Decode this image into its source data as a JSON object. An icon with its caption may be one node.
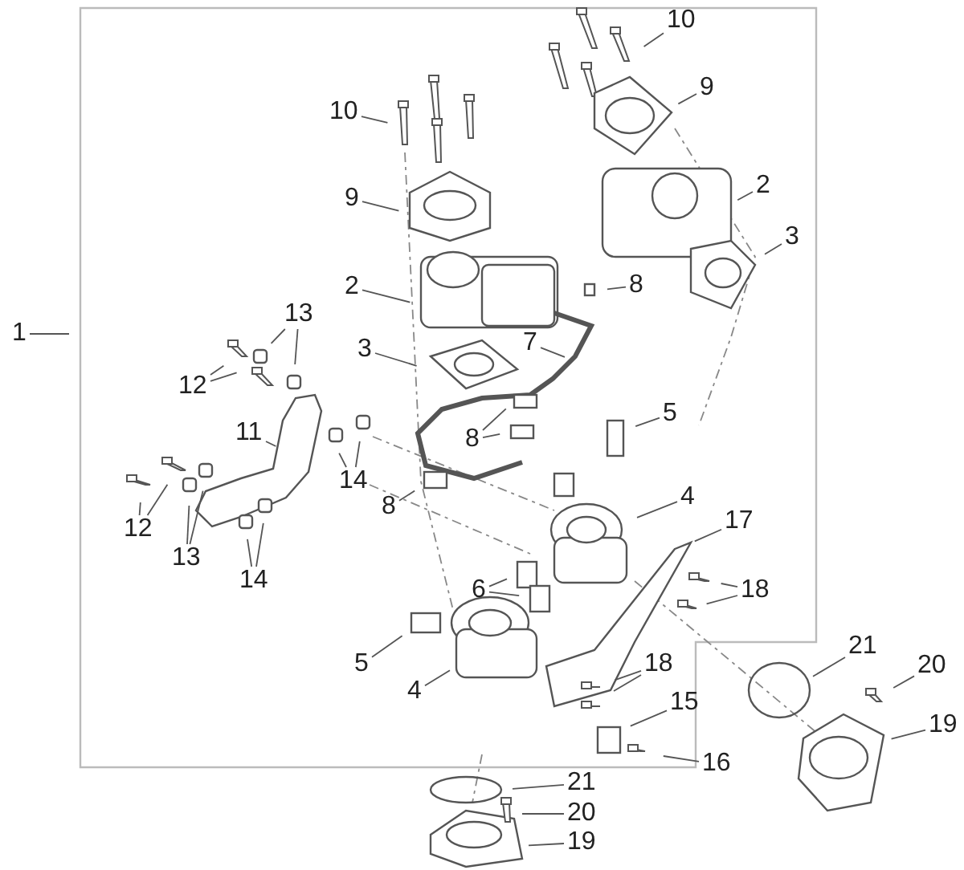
{
  "diagram": {
    "nodes": [
      {
        "text": [
          "10"
        ]
      },
      {
        "text": [
          "10"
        ]
      },
      {
        "text": [
          "9"
        ]
      },
      {
        "text": [
          "9"
        ]
      },
      {
        "text": [
          "1"
        ]
      },
      {
        "text": [
          "2"
        ]
      },
      {
        "text": [
          "2"
        ]
      },
      {
        "text": [
          "3"
        ]
      },
      {
        "text": [
          "3"
        ]
      },
      {
        "text": [
          "8"
        ]
      },
      {
        "text": [
          "13"
        ]
      },
      {
        "text": [
          "12"
        ]
      },
      {
        "text": [
          "7"
        ]
      },
      {
        "text": [
          "11"
        ]
      },
      {
        "text": [
          "8"
        ]
      },
      {
        "text": [
          "5"
        ]
      },
      {
        "text": [
          "14"
        ]
      },
      {
        "text": [
          "12"
        ]
      },
      {
        "text": [
          "8"
        ]
      },
      {
        "text": [
          "13"
        ]
      },
      {
        "text": [
          "4"
        ]
      },
      {
        "text": [
          "17"
        ]
      },
      {
        "text": [
          "14"
        ]
      },
      {
        "text": [
          "6"
        ]
      },
      {
        "text": [
          "18"
        ]
      },
      {
        "text": [
          "5"
        ]
      },
      {
        "text": [
          "4"
        ]
      },
      {
        "text": [
          "18"
        ]
      },
      {
        "text": [
          "21"
        ]
      },
      {
        "text": [
          "20"
        ]
      },
      {
        "text": [
          "15"
        ]
      },
      {
        "text": [
          "19"
        ]
      },
      {
        "text": [
          "16"
        ]
      },
      {
        "text": [
          "21"
        ]
      },
      {
        "text": [
          "20"
        ]
      },
      {
        "text": [
          "19"
        ]
      }
    ],
    "edges": [
      {
        "from": 0,
        "to": null,
        "arrow": "none"
      },
      {
        "from": 1,
        "to": null,
        "arrow": "none"
      },
      {
        "from": 2,
        "to": null,
        "arrow": "none"
      },
      {
        "from": 3,
        "to": null,
        "arrow": "none"
      },
      {
        "from": 4,
        "to": null,
        "arrow": "none"
      },
      {
        "from": 5,
        "to": null,
        "arrow": "none"
      },
      {
        "from": 6,
        "to": null,
        "arrow": "none"
      },
      {
        "from": 7,
        "to": null,
        "arrow": "none"
      },
      {
        "from": 8,
        "to": null,
        "arrow": "none"
      },
      {
        "from": 9,
        "to": null,
        "arrow": "none"
      },
      {
        "from": 10,
        "to": null,
        "arrow": "none"
      },
      {
        "from": 10,
        "to": null,
        "arrow": "none"
      },
      {
        "from": 11,
        "to": null,
        "arrow": "none"
      },
      {
        "from": 11,
        "to": null,
        "arrow": "none"
      },
      {
        "from": 12,
        "to": null,
        "arrow": "none"
      },
      {
        "from": 13,
        "to": null,
        "arrow": "none"
      },
      {
        "from": 14,
        "to": null,
        "arrow": "none"
      },
      {
        "from": 14,
        "to": null,
        "arrow": "none"
      },
      {
        "from": 15,
        "to": null,
        "arrow": "none"
      },
      {
        "from": 16,
        "to": null,
        "arrow": "none"
      },
      {
        "from": 16,
        "to": null,
        "arrow": "none"
      },
      {
        "from": 17,
        "to": null,
        "arrow": "none"
      },
      {
        "from": 17,
        "to": null,
        "arrow": "none"
      },
      {
        "from": 18,
        "to": null,
        "arrow": "none"
      },
      {
        "from": 19,
        "to": null,
        "arrow": "none"
      },
      {
        "from": 19,
        "to": null,
        "arrow": "none"
      },
      {
        "from": 20,
        "to": null,
        "arrow": "none"
      },
      {
        "from": 21,
        "to": null,
        "arrow": "none"
      },
      {
        "from": 22,
        "to": null,
        "arrow": "none"
      },
      {
        "from": 22,
        "to": null,
        "arrow": "none"
      },
      {
        "from": 23,
        "to": null,
        "arrow": "none"
      },
      {
        "from": 23,
        "to": null,
        "arrow": "none"
      },
      {
        "from": 24,
        "to": null,
        "arrow": "none"
      },
      {
        "from": 24,
        "to": null,
        "arrow": "none"
      },
      {
        "from": 25,
        "to": null,
        "arrow": "none"
      },
      {
        "from": 26,
        "to": null,
        "arrow": "none"
      },
      {
        "from": 27,
        "to": null,
        "arrow": "none"
      },
      {
        "from": 27,
        "to": null,
        "arrow": "none"
      },
      {
        "from": 28,
        "to": null,
        "arrow": "none"
      },
      {
        "from": 29,
        "to": null,
        "arrow": "none"
      },
      {
        "from": 30,
        "to": null,
        "arrow": "none"
      },
      {
        "from": 31,
        "to": null,
        "arrow": "none"
      },
      {
        "from": 32,
        "to": null,
        "arrow": "none"
      },
      {
        "from": 33,
        "to": null,
        "arrow": "none"
      },
      {
        "from": 34,
        "to": null,
        "arrow": "none"
      },
      {
        "from": 35,
        "to": null,
        "arrow": "none"
      }
    ]
  }
}
